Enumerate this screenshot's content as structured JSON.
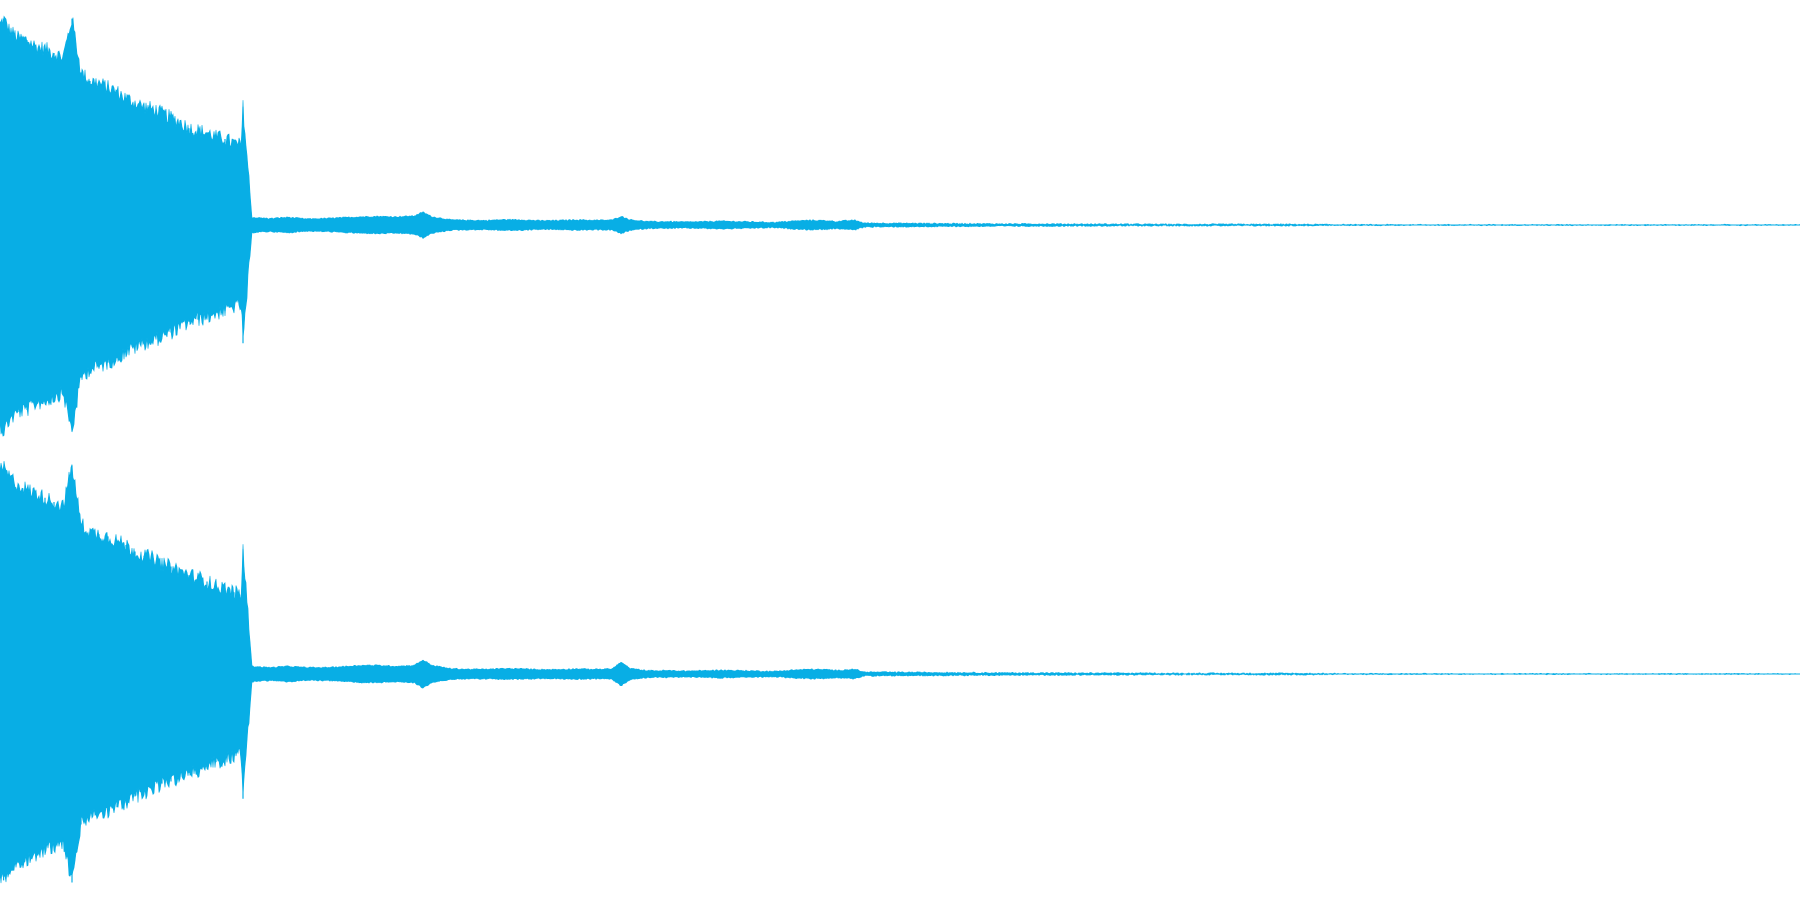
{
  "colors": {
    "waveform": "#08aee5",
    "background": "#ffffff"
  },
  "chart_data": {
    "type": "area",
    "title": "",
    "xlabel": "",
    "ylabel": "",
    "xlim": [
      0,
      1
    ],
    "ylim": [
      -1,
      1
    ],
    "grid": false,
    "legend": "none",
    "x": [
      0.0,
      0.002,
      0.005,
      0.01,
      0.015,
      0.02,
      0.025,
      0.03,
      0.035,
      0.04,
      0.045,
      0.05,
      0.055,
      0.06,
      0.065,
      0.07,
      0.075,
      0.08,
      0.085,
      0.09,
      0.095,
      0.1,
      0.105,
      0.11,
      0.115,
      0.12,
      0.125,
      0.13,
      0.134,
      0.135,
      0.14,
      0.15,
      0.16,
      0.17,
      0.18,
      0.19,
      0.2,
      0.21,
      0.22,
      0.23,
      0.235,
      0.24,
      0.245,
      0.25,
      0.26,
      0.27,
      0.28,
      0.29,
      0.3,
      0.31,
      0.32,
      0.33,
      0.34,
      0.345,
      0.35,
      0.355,
      0.36,
      0.365,
      0.37,
      0.38,
      0.39,
      0.4,
      0.41,
      0.42,
      0.43,
      0.44,
      0.45,
      0.46,
      0.465,
      0.47,
      0.475,
      0.48,
      0.5,
      0.52,
      0.54,
      0.56,
      0.58,
      0.6,
      0.62,
      0.65,
      0.68,
      0.7,
      0.72,
      0.75,
      1.0
    ],
    "series": [
      {
        "channel": 1,
        "values": [
          0.93,
          0.96,
          0.91,
          0.87,
          0.86,
          0.83,
          0.82,
          0.8,
          0.78,
          0.96,
          0.71,
          0.67,
          0.66,
          0.64,
          0.62,
          0.59,
          0.57,
          0.55,
          0.54,
          0.52,
          0.5,
          0.48,
          0.45,
          0.44,
          0.43,
          0.41,
          0.4,
          0.38,
          0.37,
          0.55,
          0.035,
          0.03,
          0.036,
          0.028,
          0.03,
          0.034,
          0.038,
          0.04,
          0.038,
          0.042,
          0.06,
          0.038,
          0.032,
          0.024,
          0.022,
          0.021,
          0.025,
          0.024,
          0.02,
          0.021,
          0.024,
          0.022,
          0.023,
          0.04,
          0.025,
          0.02,
          0.016,
          0.015,
          0.016,
          0.014,
          0.015,
          0.018,
          0.016,
          0.014,
          0.012,
          0.018,
          0.022,
          0.02,
          0.016,
          0.02,
          0.022,
          0.009,
          0.008,
          0.007,
          0.006,
          0.005,
          0.005,
          0.004,
          0.004,
          0.003,
          0.003,
          0.003,
          0.003,
          0.001,
          0.0005
        ]
      },
      {
        "channel": 2,
        "values": [
          0.95,
          0.96,
          0.92,
          0.88,
          0.86,
          0.84,
          0.82,
          0.8,
          0.78,
          0.97,
          0.7,
          0.66,
          0.65,
          0.64,
          0.62,
          0.6,
          0.57,
          0.55,
          0.54,
          0.51,
          0.5,
          0.48,
          0.46,
          0.45,
          0.43,
          0.41,
          0.4,
          0.38,
          0.37,
          0.58,
          0.036,
          0.03,
          0.036,
          0.03,
          0.03,
          0.034,
          0.04,
          0.04,
          0.036,
          0.04,
          0.065,
          0.04,
          0.033,
          0.025,
          0.022,
          0.022,
          0.025,
          0.024,
          0.021,
          0.021,
          0.024,
          0.022,
          0.024,
          0.055,
          0.026,
          0.02,
          0.016,
          0.015,
          0.016,
          0.014,
          0.015,
          0.018,
          0.016,
          0.014,
          0.012,
          0.018,
          0.022,
          0.02,
          0.016,
          0.02,
          0.022,
          0.009,
          0.008,
          0.007,
          0.006,
          0.005,
          0.005,
          0.004,
          0.004,
          0.003,
          0.003,
          0.003,
          0.003,
          0.001,
          0.0005
        ]
      }
    ]
  }
}
